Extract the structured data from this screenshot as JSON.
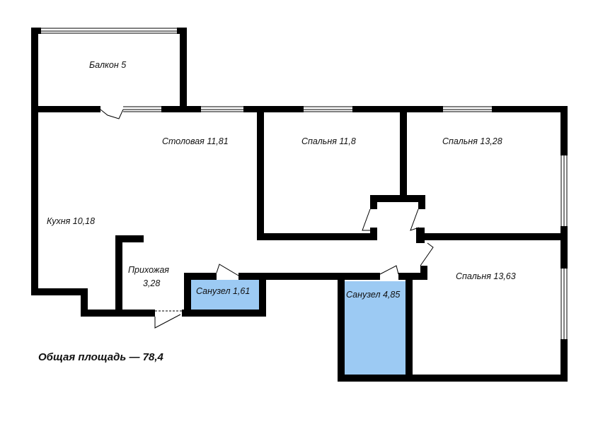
{
  "colors": {
    "wall": "#000000",
    "bathroom_fill": "#9ccaf3",
    "background": "#ffffff"
  },
  "rooms": {
    "balcony": "Балкон 5",
    "dining": "Столовая 11,81",
    "bedroom1": "Спальня 11,8",
    "bedroom2": "Спальня 13,28",
    "kitchen": "Кухня 10,18",
    "hall_line1": "Прихожая",
    "hall_line2": "3,28",
    "bath_small": "Санузел 1,61",
    "bath_large": "Санузел 4,85",
    "bedroom3": "Спальня 13,63"
  },
  "total_area": "Общая площадь — 78,4"
}
